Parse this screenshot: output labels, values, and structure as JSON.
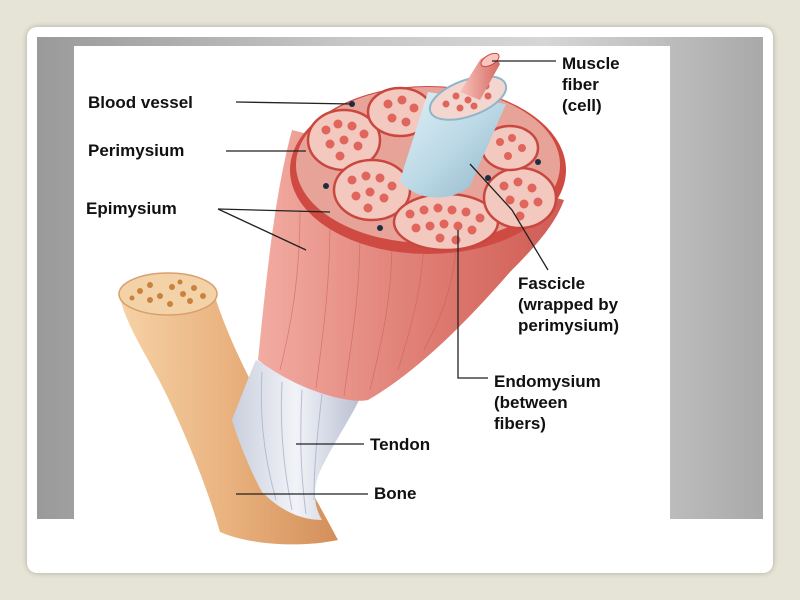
{
  "labels": {
    "muscle_fiber": "Muscle\nfiber\n(cell)",
    "blood_vessel": "Blood vessel",
    "perimysium": "Perimysium",
    "epimysium": "Epimysium",
    "fascicle": "Fascicle\n(wrapped by\nperimysium)",
    "endomysium": "Endomysium\n(between\nfibers)",
    "tendon": "Tendon",
    "bone": "Bone"
  },
  "colors": {
    "background": "#e6e4d6",
    "muscle": "#e07a73",
    "muscle_dark": "#c9473f",
    "fascicle_fill": "#f3c9bf",
    "fiber": "#e0655c",
    "bone": "#e9b27e",
    "tendon": "#d9dde8",
    "leader_line": "#222222"
  }
}
